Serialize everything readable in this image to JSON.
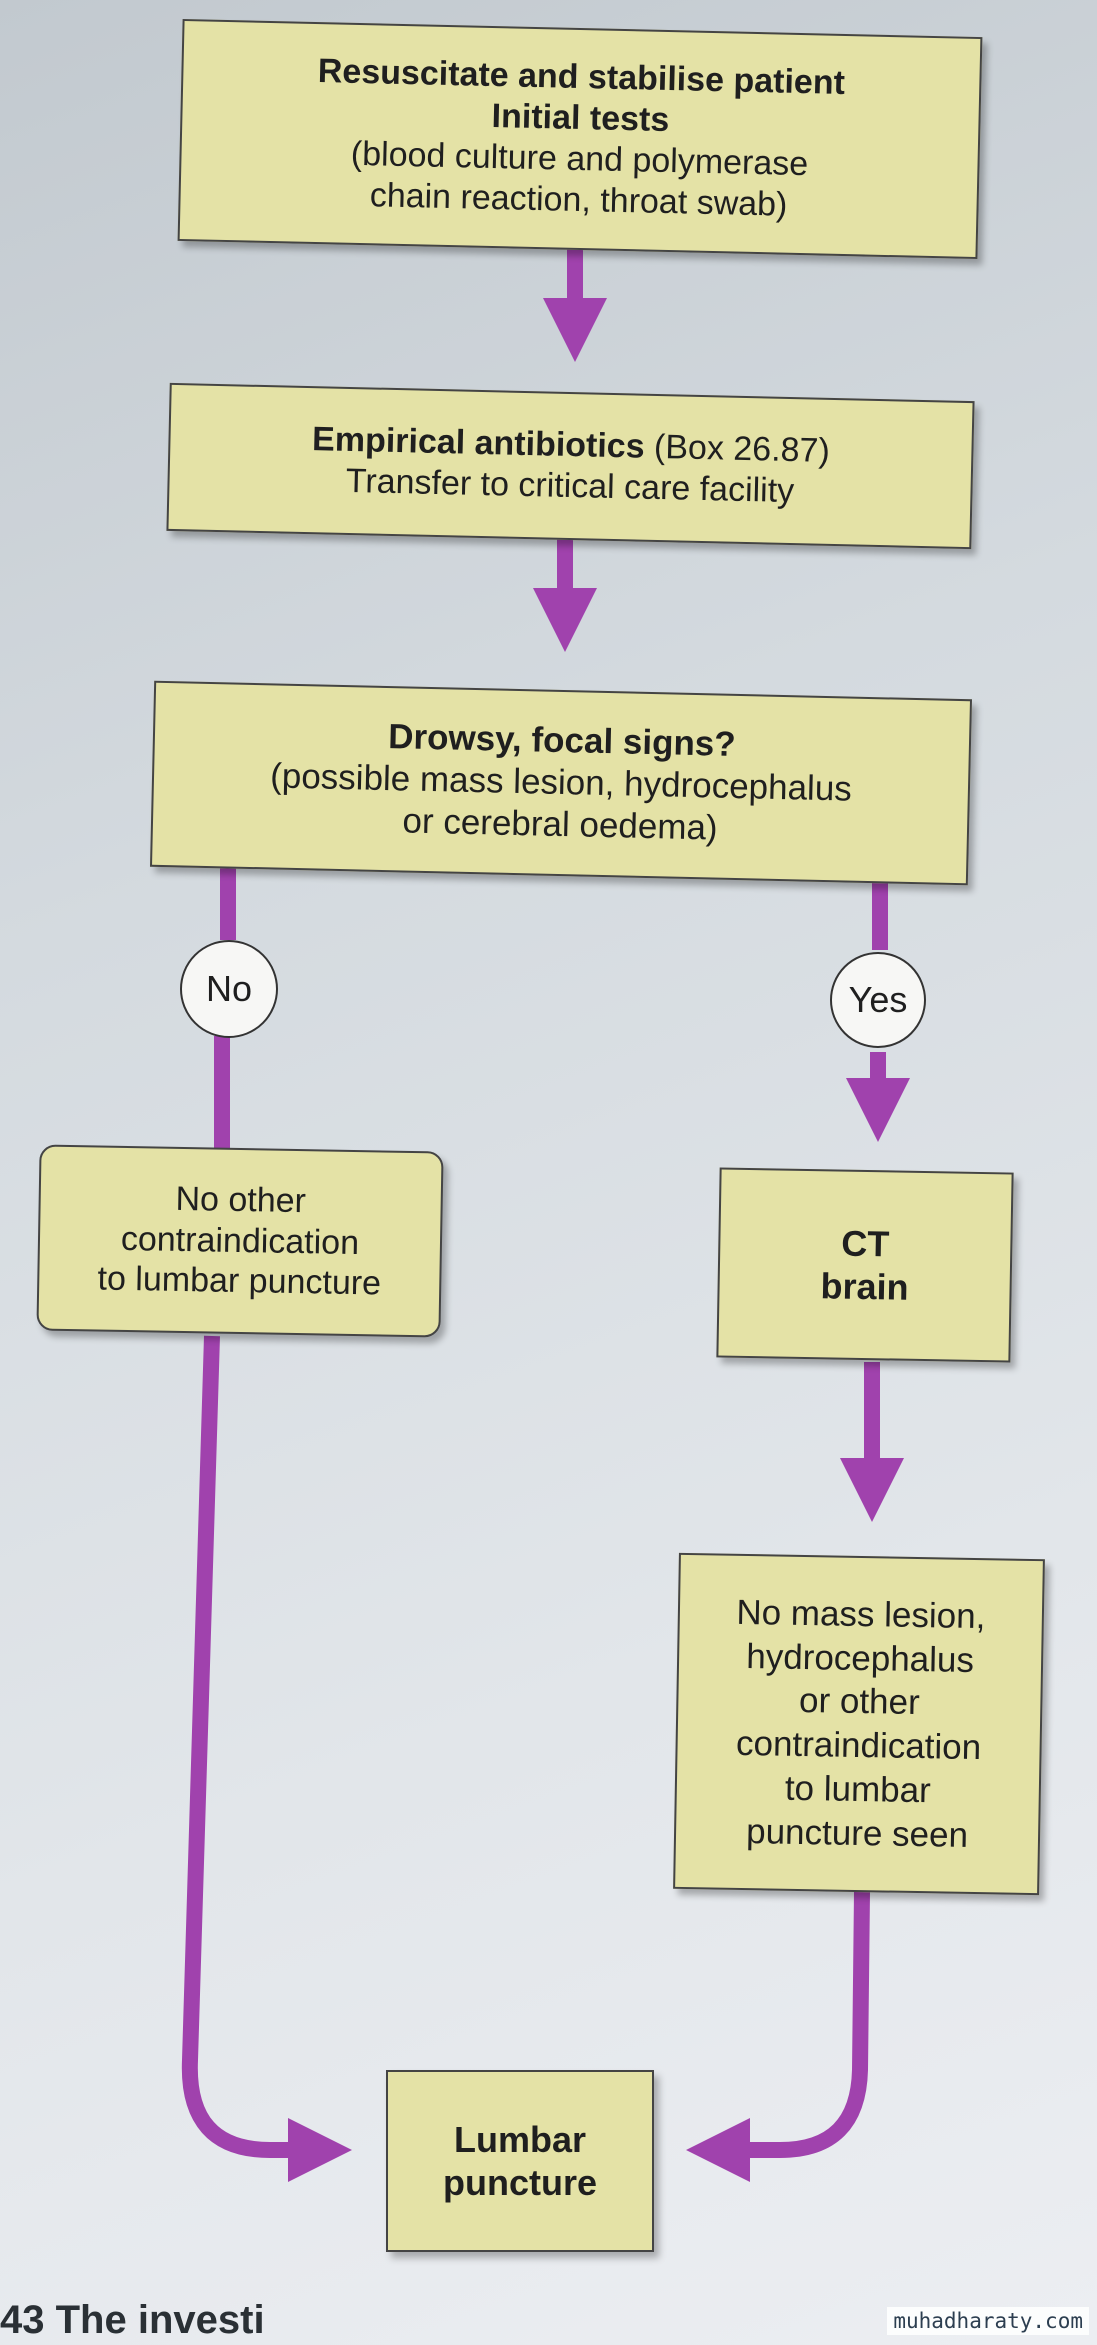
{
  "nodes": {
    "resuscitate": {
      "line1": "Resuscitate and stabilise patient",
      "line2": "Initial tests",
      "line3": "(blood culture and polymerase",
      "line4": "chain reaction, throat swab)"
    },
    "antibiotics": {
      "bold": "Empirical antibiotics",
      "ref": " (Box 26.87)",
      "line2": "Transfer to critical care facility"
    },
    "drowsy": {
      "line1": "Drowsy, focal signs?",
      "line2": "(possible mass lesion, hydrocephalus",
      "line3": "or cerebral oedema)"
    },
    "no_contra": {
      "line1": "No other",
      "line2": "contraindication",
      "line3": "to lumbar puncture"
    },
    "ct": {
      "line1": "CT",
      "line2": "brain"
    },
    "no_mass": {
      "line1": "No mass lesion,",
      "line2": "hydrocephalus",
      "line3": "or other",
      "line4": "contraindication",
      "line5": "to lumbar",
      "line6": "puncture seen"
    },
    "lumbar": {
      "line1": "Lumbar",
      "line2": "puncture"
    }
  },
  "branch_labels": {
    "no": "No",
    "yes": "Yes"
  },
  "footer_partial": "43 The investi",
  "watermark": "muhadharaty.com",
  "colors": {
    "box_fill": "#e4e2a6",
    "arrow": "#a042ad",
    "page": "#d8dde2"
  }
}
